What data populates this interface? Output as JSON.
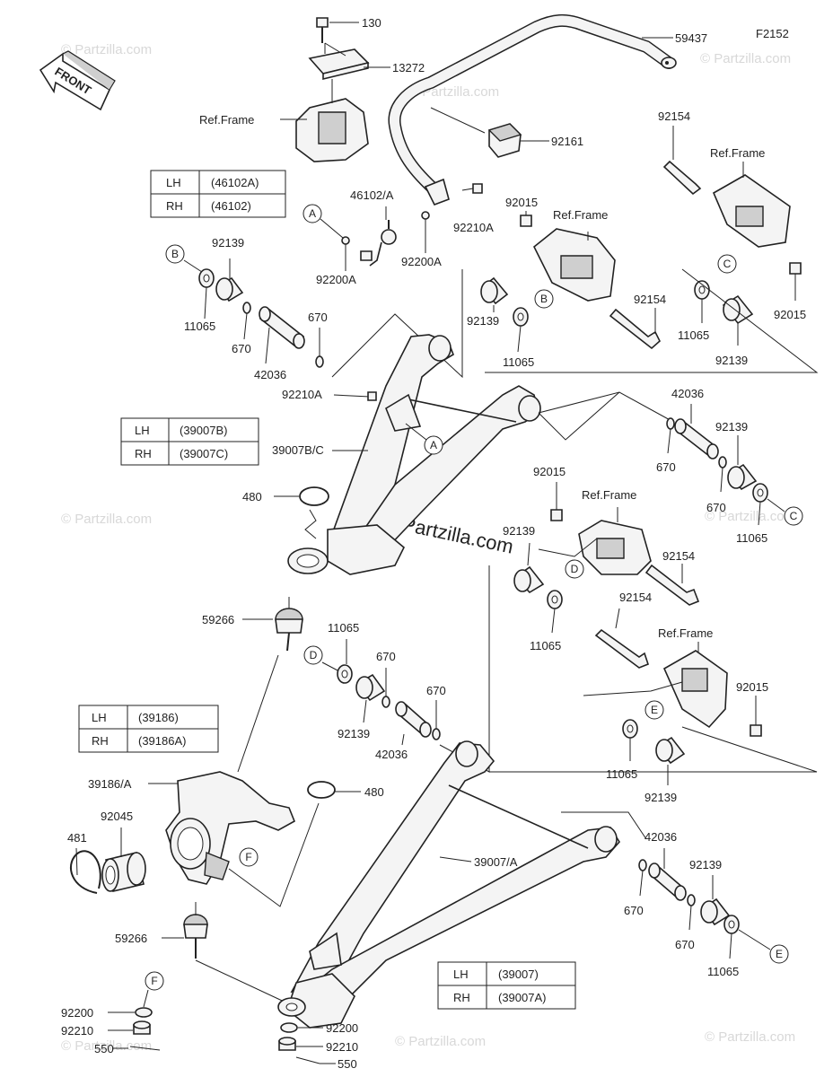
{
  "diagram_code": "F2152",
  "front_label": "FRONT",
  "watermark": "© Partzilla.com",
  "center_watermark": "© Partzilla.com",
  "ref_frame": "Ref.Frame",
  "tables": {
    "t46102": {
      "rows": [
        [
          "LH",
          "(46102A)"
        ],
        [
          "RH",
          "(46102)"
        ]
      ]
    },
    "t39007bc": {
      "rows": [
        [
          "LH",
          "(39007B)"
        ],
        [
          "RH",
          "(39007C)"
        ]
      ]
    },
    "t39186": {
      "rows": [
        [
          "LH",
          "(39186)"
        ],
        [
          "RH",
          "(39186A)"
        ]
      ]
    },
    "t39007": {
      "rows": [
        [
          "LH",
          "(39007)"
        ],
        [
          "RH",
          "(39007A)"
        ]
      ]
    }
  },
  "callouts": {
    "a": "A",
    "b": "B",
    "c": "C",
    "d": "D",
    "e": "E",
    "f": "F"
  },
  "labels": {
    "p130": "130",
    "p13272": "13272",
    "p59437": "59437",
    "p92161": "92161",
    "p92154": "92154",
    "p46102a": "46102/A",
    "p92210a": "92210A",
    "p92200a": "92200A",
    "p92015": "92015",
    "p92139": "92139",
    "p11065": "11065",
    "p670": "670",
    "p42036": "42036",
    "p39007bc": "39007B/C",
    "p480": "480",
    "p59266": "59266",
    "p39186a": "39186/A",
    "p92045": "92045",
    "p481": "481",
    "p39007a": "39007/A",
    "p92200": "92200",
    "p92210": "92210",
    "p550": "550"
  }
}
